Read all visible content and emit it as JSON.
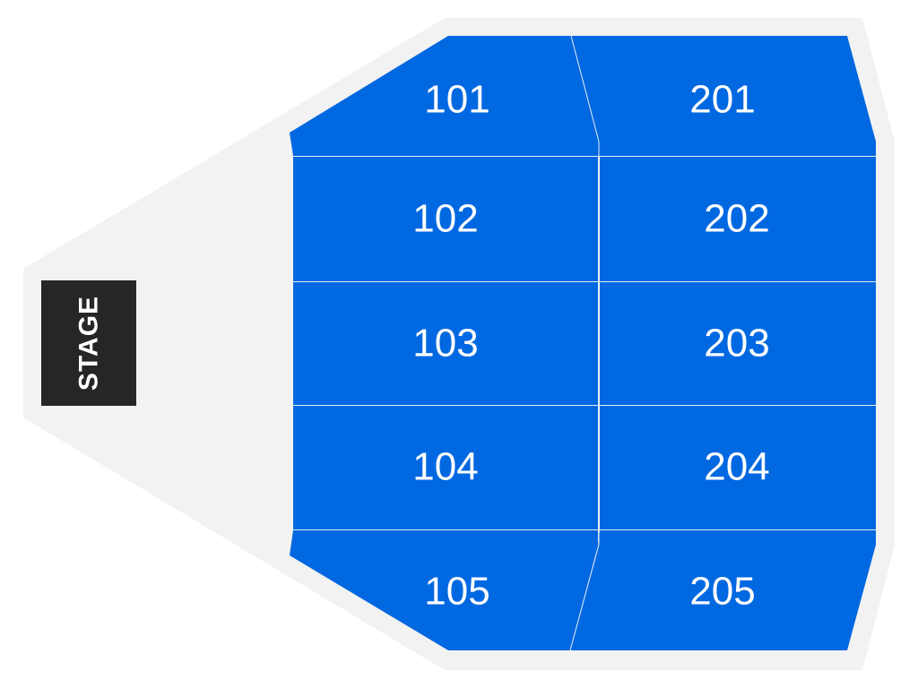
{
  "stage": {
    "label": "STAGE",
    "color": "#262626"
  },
  "colors": {
    "venue_background": "#f2f2f2",
    "section_fill": "#0068e0",
    "section_divider": "#e6eef8",
    "label": "#ffffff"
  },
  "sections": [
    {
      "id": "101",
      "label": "101"
    },
    {
      "id": "201",
      "label": "201"
    },
    {
      "id": "102",
      "label": "102"
    },
    {
      "id": "202",
      "label": "202"
    },
    {
      "id": "103",
      "label": "103"
    },
    {
      "id": "203",
      "label": "203"
    },
    {
      "id": "104",
      "label": "104"
    },
    {
      "id": "204",
      "label": "204"
    },
    {
      "id": "105",
      "label": "105"
    },
    {
      "id": "205",
      "label": "205"
    }
  ]
}
